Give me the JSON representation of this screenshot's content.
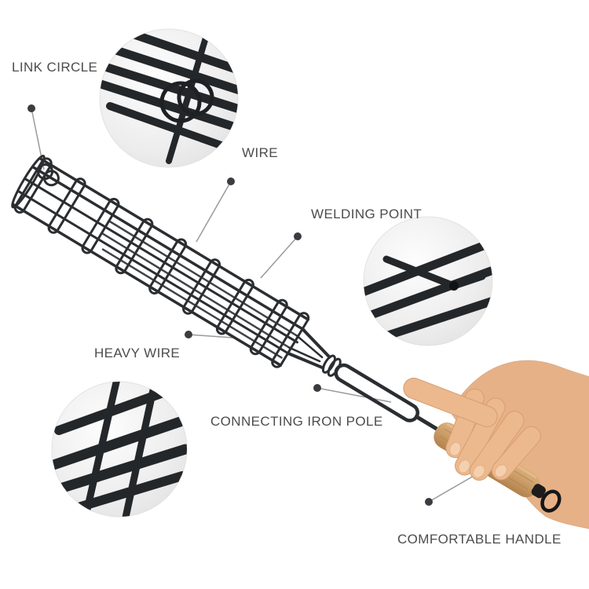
{
  "background": "#ffffff",
  "colors": {
    "wire": "#2b2e31",
    "label_text": "#4c4c4c",
    "leader_line": "#9a9a9a",
    "dot": "#3a3d40",
    "wood_light": "#d9ab77",
    "wood_dark": "#b98a55",
    "skin": "#e7b187",
    "nail": "#f5d0ae"
  },
  "callouts": {
    "link_circle": {
      "label": "LINK CIRCLE"
    },
    "wire": {
      "label": "WIRE"
    },
    "welding_point": {
      "label": "WELDING POINT"
    },
    "heavy_wire": {
      "label": "HEAVY WIRE"
    },
    "connecting_iron_pole": {
      "label": "CONNECTING IRON POLE"
    },
    "comfortable_handle": {
      "label": "COMFORTABLE HANDLE"
    }
  }
}
